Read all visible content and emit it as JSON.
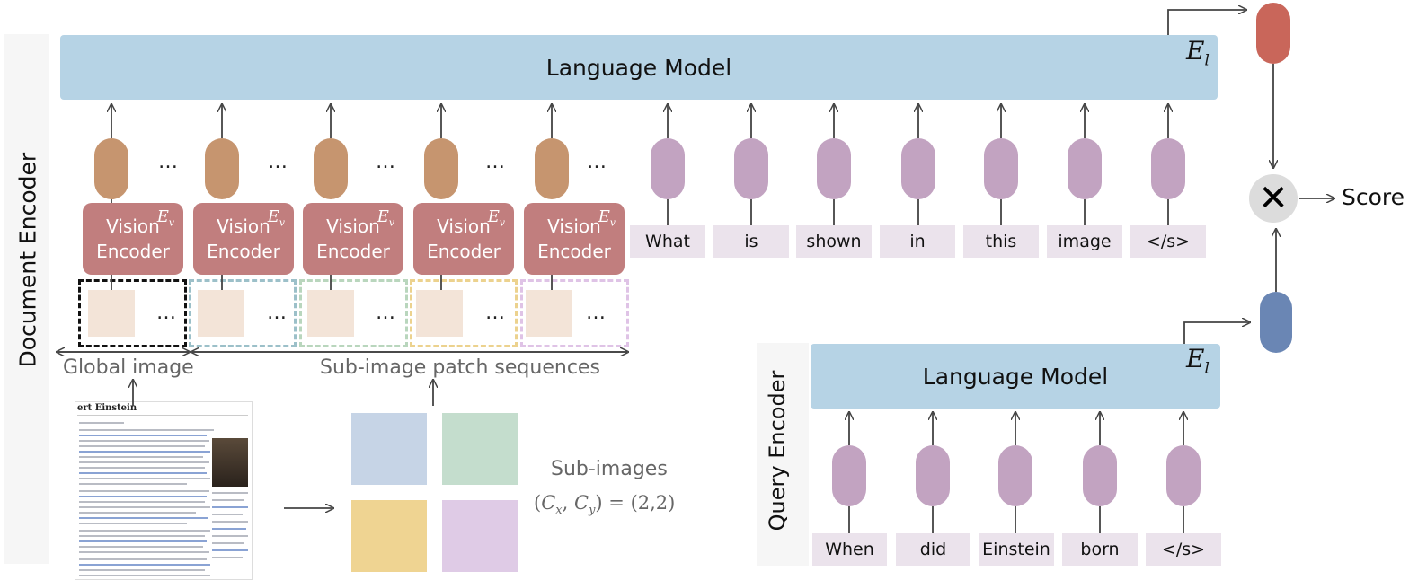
{
  "document_encoder": {
    "side_label": "Document Encoder",
    "language_model_label": "Language Model",
    "el_symbol": "E",
    "el_sub": "l",
    "vision_blocks": [
      {
        "line1": "Vision",
        "line2": "Encoder"
      },
      {
        "line1": "Vision",
        "line2": "Encoder"
      },
      {
        "line1": "Vision",
        "line2": "Encoder"
      },
      {
        "line1": "Vision",
        "line2": "Encoder"
      },
      {
        "line1": "Vision",
        "line2": "Encoder"
      }
    ],
    "ev_symbol": "E",
    "ev_sub": "v",
    "ellipsis": "…",
    "text_tokens": [
      "What",
      "is",
      "shown",
      "in",
      "this",
      "image",
      "</s>"
    ],
    "global_image_label": "Global image",
    "sub_image_label": "Sub-image patch sequences",
    "sub_images_label": "Sub-images",
    "sub_images_formula": "(Cx, Cy) = (2,2)",
    "formula_c": "C",
    "formula_x": "x",
    "formula_y": "y",
    "formula_rhs": "= (2,2)",
    "doc_title": "ert Einstein",
    "patch_box_colors": [
      "#111111",
      "#9cc0c9",
      "#b9d6bd",
      "#ecd28e",
      "#dfc3e6"
    ],
    "sub_square_colors": [
      "#c6d4e6",
      "#c4ddcd",
      "#efd492",
      "#dfcbe6"
    ]
  },
  "query_encoder": {
    "side_label": "Query Encoder",
    "language_model_label": "Language Model",
    "el_symbol": "E",
    "el_sub": "l",
    "text_tokens": [
      "When",
      "did",
      "Einstein",
      "born",
      "</s>"
    ]
  },
  "score": {
    "operator": "✕",
    "label": "Score"
  },
  "colors": {
    "lm_bar": "#b6d3e5",
    "vision_encoder": "#c17e7e",
    "image_token": "#c6956f",
    "text_token": "#c2a3c1",
    "doc_embedding": "#c9665a",
    "query_embedding": "#6a86b4"
  }
}
